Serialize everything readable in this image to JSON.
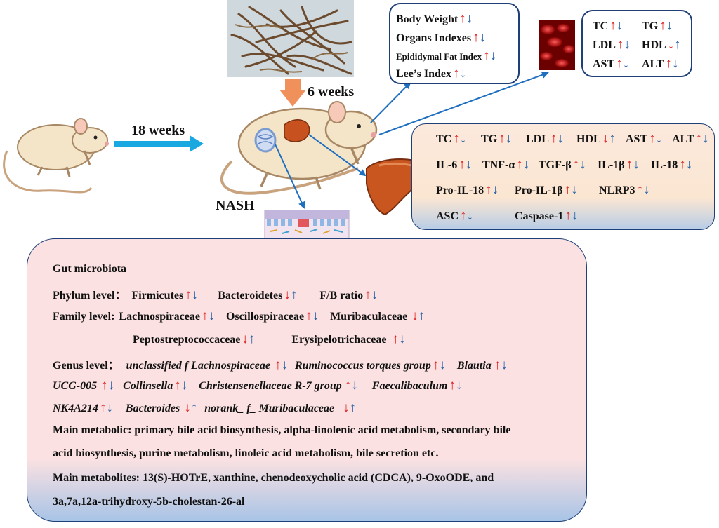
{
  "labels": {
    "weeks18": "18 weeks",
    "weeks6": "6 weeks",
    "nash": "NASH"
  },
  "body_box": {
    "items": [
      {
        "text": "Body Weight",
        "a1": "up",
        "a2": "dn"
      },
      {
        "text": "Organs Indexes",
        "a1": "up",
        "a2": "dn"
      },
      {
        "text": "Epididymal Fat Index",
        "a1": "up",
        "a2": "dn"
      },
      {
        "text": "Lee’s Index",
        "a1": "up",
        "a2": "dn"
      }
    ]
  },
  "blood_box": {
    "rows": [
      [
        {
          "text": "TC",
          "a1": "up",
          "a2": "dn"
        },
        {
          "text": "TG",
          "a1": "up",
          "a2": "dn"
        }
      ],
      [
        {
          "text": "LDL",
          "a1": "up",
          "a2": "dn"
        },
        {
          "text": "HDL",
          "a1": "dn",
          "a2": "up"
        }
      ],
      [
        {
          "text": "AST",
          "a1": "up",
          "a2": "dn"
        },
        {
          "text": "ALT",
          "a1": "up",
          "a2": "dn"
        }
      ]
    ]
  },
  "liver_box": {
    "rows": [
      [
        {
          "text": "TC",
          "a1": "up",
          "a2": "dn"
        },
        {
          "text": "TG",
          "a1": "up",
          "a2": "dn"
        },
        {
          "text": "LDL",
          "a1": "up",
          "a2": "dn"
        },
        {
          "text": "HDL",
          "a1": "dn",
          "a2": "up"
        },
        {
          "text": "AST",
          "a1": "up",
          "a2": "dn"
        },
        {
          "text": "ALT",
          "a1": "up",
          "a2": "dn"
        }
      ],
      [
        {
          "text": "IL-6",
          "a1": "up",
          "a2": "dn"
        },
        {
          "text": "TNF-α",
          "a1": "up",
          "a2": "dn"
        },
        {
          "text": "TGF-β",
          "a1": "up",
          "a2": "dn"
        },
        {
          "text": "IL-1β",
          "a1": "up",
          "a2": "dn"
        },
        {
          "text": "IL-18",
          "a1": "up",
          "a2": "dn"
        }
      ],
      [
        {
          "text": "Pro-IL-18",
          "a1": "up",
          "a2": "dn"
        },
        {
          "text": "Pro-IL-1β",
          "a1": "up",
          "a2": "dn"
        },
        {
          "text": "NLRP3",
          "a1": "up",
          "a2": "dn"
        }
      ],
      [
        {
          "text": "ASC",
          "a1": "up",
          "a2": "dn"
        },
        {
          "text": "Caspase-1",
          "a1": "up",
          "a2": "dn"
        }
      ]
    ]
  },
  "gut_box": {
    "title": "Gut microbiota",
    "phylum_label": "Phylum level：",
    "phylum": [
      {
        "text": "Firmicutes",
        "a1": "up",
        "a2": "dn"
      },
      {
        "text": "Bacteroidetes",
        "a1": "dn",
        "a2": "up"
      },
      {
        "text": "F/B ratio",
        "a1": "up",
        "a2": "dn"
      }
    ],
    "family_label": "Family level:",
    "family1": [
      {
        "text": "Lachnospiraceae",
        "a1": "up",
        "a2": "dn"
      },
      {
        "text": "Oscillospiraceae",
        "a1": "up",
        "a2": "dn"
      },
      {
        "text": "Muribaculaceae",
        "a1": "dn",
        "a2": "up"
      }
    ],
    "family2": [
      {
        "text": "Peptostreptococcaceae",
        "a1": "dn",
        "a2": "up"
      },
      {
        "text": "Erysipelotrichaceae",
        "a1": "up",
        "a2": "dn"
      }
    ],
    "genus_label": "Genus level：",
    "genus1": [
      {
        "text": "unclassified f Lachnospiraceae",
        "a1": "up",
        "a2": "dn"
      },
      {
        "text": "Ruminococcus torques group",
        "a1": "up",
        "a2": "dn"
      },
      {
        "text": "Blautia",
        "a1": "up",
        "a2": "dn"
      }
    ],
    "genus2": [
      {
        "text": "UCG-005",
        "a1": "up",
        "a2": "dn"
      },
      {
        "text": "Collinsella",
        "a1": "up",
        "a2": "dn"
      },
      {
        "text": "Christensenellaceae R-7 group",
        "a1": "up",
        "a2": "dn"
      },
      {
        "text": "Faecalibaculum",
        "a1": "up",
        "a2": "dn"
      }
    ],
    "genus3": [
      {
        "text": "NK4A214",
        "a1": "up",
        "a2": "dn"
      },
      {
        "text": "Bacteroides",
        "a1": "dn",
        "a2": "up"
      },
      {
        "text": "norank_ f_ Muribaculaceae",
        "a1": "dn",
        "a2": "up"
      }
    ],
    "metabolic_1": "Main metabolic: primary bile acid biosynthesis, alpha-linolenic acid metabolism, secondary bile",
    "metabolic_2": "acid biosynthesis, purine metabolism, linoleic acid metabolism, bile secretion etc.",
    "metabolites_1": "Main metabolites: 13(S)-HOTrE, xanthine, chenodeoxycholic acid (CDCA), 9-OxoODE, and",
    "metabolites_2": "3a,7a,12a-trihydroxy-5b-cholestan-26-al"
  },
  "colors": {
    "up_arrow": "#e02020",
    "down_arrow": "#1f5fa8",
    "box_border": "#1f3f78",
    "time_arrow": "#1aa8e0",
    "herb_arrow": "#f0905a",
    "gut_box_fill": "#fbe1e2",
    "liver_box_fill": "#fbe6d2"
  },
  "icons": [
    "mouse-icon",
    "herb-photo",
    "liver-icon",
    "blood-cells-icon",
    "intestine-icon"
  ]
}
